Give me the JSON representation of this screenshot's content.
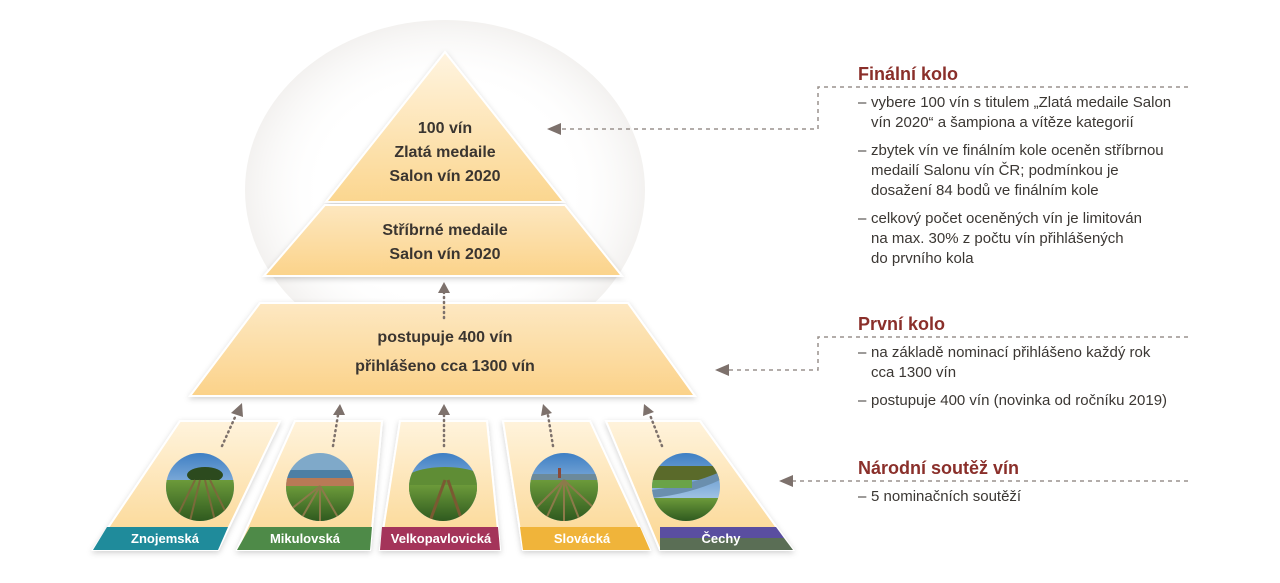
{
  "pyramid": {
    "top": {
      "lines": [
        "100 vín",
        "Zlatá medaile",
        "Salon vín 2020"
      ]
    },
    "middle": {
      "lines": [
        "Stříbrné medaile",
        "Salon vín 2020"
      ]
    },
    "first_round": {
      "lines": [
        "postupuje 400 vín",
        "přihlášeno cca 1300 vín"
      ]
    }
  },
  "regions": [
    {
      "name": "Znojemská",
      "color": "#1f8b9b",
      "photo": "vineyard-with-trees"
    },
    {
      "name": "Mikulovská",
      "color": "#4e8a48",
      "photo": "vineyard-lake-village"
    },
    {
      "name": "Velkopavlovická",
      "color": "#a4345a",
      "photo": "vineyard-hill"
    },
    {
      "name": "Slovácká",
      "color": "#f0b43a",
      "photo": "vineyard-rows-church"
    },
    {
      "name": "Čechy",
      "color": "#5a4ea0",
      "color2": "#5a6e55",
      "photo": "vineyard-river-valley"
    }
  ],
  "sections": [
    {
      "title": "Finální kolo",
      "bullets": [
        [
          "vybere 100 vín s titulem „Zlatá medaile Salon",
          "vín 2020“ a šampiona a vítěze kategorií"
        ],
        [
          "zbytek vín ve finálním kole oceněn stříbrnou",
          "medailí Salonu vín ČR; podmínkou je",
          "dosažení 84 bodů ve finálním kole"
        ],
        [
          "celkový počet oceněných vín je limitován",
          "na max. 30% z počtu vín přihlášených",
          "do prvního kola"
        ]
      ]
    },
    {
      "title": "První kolo",
      "bullets": [
        [
          "na základě nominací přihlášeno každý rok",
          "cca 1300 vín"
        ],
        [
          "postupuje 400 vín (novinka od ročníku 2019)"
        ]
      ]
    },
    {
      "title": "Národní soutěž vín",
      "bullets": [
        [
          "5 nominačních soutěží"
        ]
      ]
    }
  ],
  "colors": {
    "title": "#8a2f2a",
    "text": "#3a3530",
    "arrow": "#7d716c",
    "fill_light": "#fdf0d6",
    "fill_dark": "#fbd38a"
  }
}
